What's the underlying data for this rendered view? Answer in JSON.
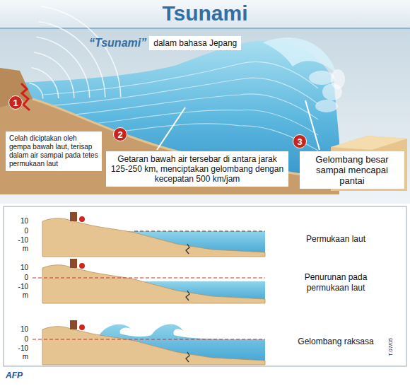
{
  "diagram": {
    "title": "Tsunami",
    "nodes": [
      {
        "text": [
          "“Tsunami”",
          "dalam bahasa Jepang"
        ]
      },
      {
        "text": [
          "Celah diciptakan oleh gempa bawah laut, terisap dalam air sampai pada tetes permukaan laut"
        ]
      },
      {
        "text": [
          "Getaran bawah air tersebar di antara jarak 125-250 km, menciptakan gelombang dengan kecepatan 500 km/jam"
        ]
      },
      {
        "text": [
          "Gelombang besar sampai mencapai pantai"
        ]
      }
    ],
    "labels": [
      "1",
      "2",
      "3",
      "10",
      "0",
      "-10",
      "m",
      "10",
      "0",
      "-10",
      "m",
      "10",
      "0",
      "-10",
      "m",
      "Permukaan laut",
      "Penurunan pada permukaan laut",
      "Gelombang raksasa",
      "AFP",
      "T.07/05"
    ]
  }
}
